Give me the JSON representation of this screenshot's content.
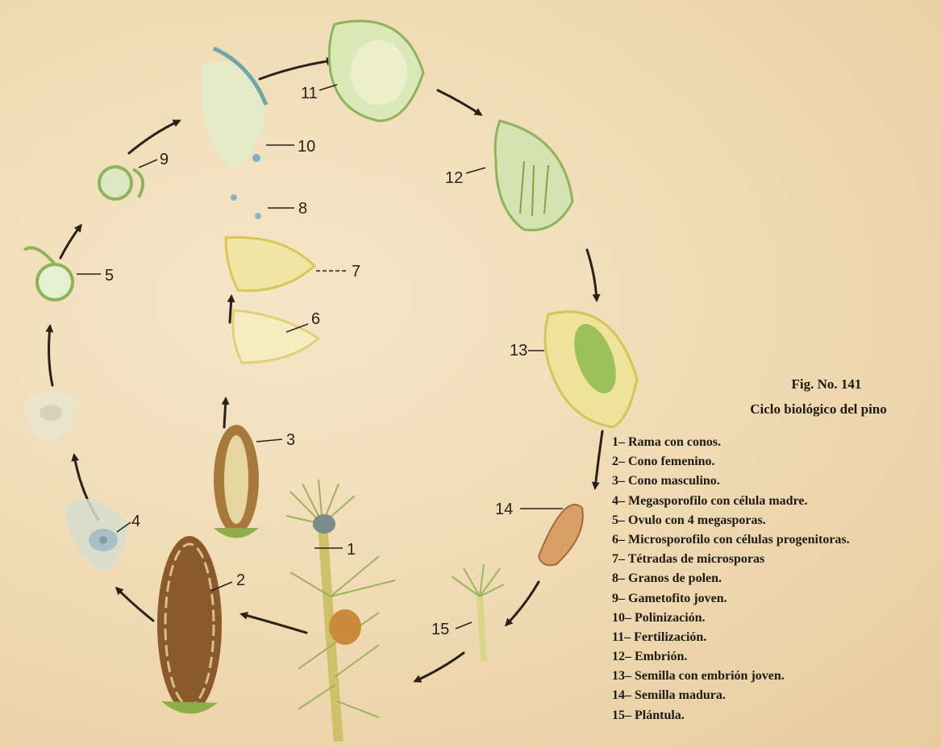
{
  "figure": {
    "title": "Fig. No. 141",
    "subtitle": "Ciclo biológico del pino"
  },
  "stage_numbers": [
    "1",
    "2",
    "3",
    "4",
    "5",
    "6",
    "7",
    "8",
    "9",
    "10",
    "11",
    "12",
    "13",
    "14",
    "15"
  ],
  "legend": [
    {
      "num": "1–",
      "text": "Rama con conos."
    },
    {
      "num": "2–",
      "text": "Cono femenino."
    },
    {
      "num": "3–",
      "text": "Cono masculino."
    },
    {
      "num": "4–",
      "text": "Megasporofilo con célula madre."
    },
    {
      "num": "5–",
      "text": "Ovulo con 4 megasporas."
    },
    {
      "num": "6–",
      "text": "Microsporofilo con células progenitoras."
    },
    {
      "num": "7–",
      "text": "Tétradas de microsporas"
    },
    {
      "num": "8–",
      "text": "Granos de polen."
    },
    {
      "num": "9–",
      "text": "Gametofito joven."
    },
    {
      "num": "10–",
      "text": "Polinización."
    },
    {
      "num": "11–",
      "text": "Fertilización."
    },
    {
      "num": "12–",
      "text": "Embrión."
    },
    {
      "num": "13–",
      "text": "Semilla con embrión joven."
    },
    {
      "num": "14–",
      "text": "Semilla madura."
    },
    {
      "num": "15–",
      "text": "Plántula."
    }
  ],
  "colors": {
    "paper": "#f2dfbd",
    "ink": "#1e1a14",
    "green": "#9fbf62",
    "brown": "#8a5a2a",
    "yellow": "#e6d67a",
    "blue": "#8fb6c4"
  }
}
